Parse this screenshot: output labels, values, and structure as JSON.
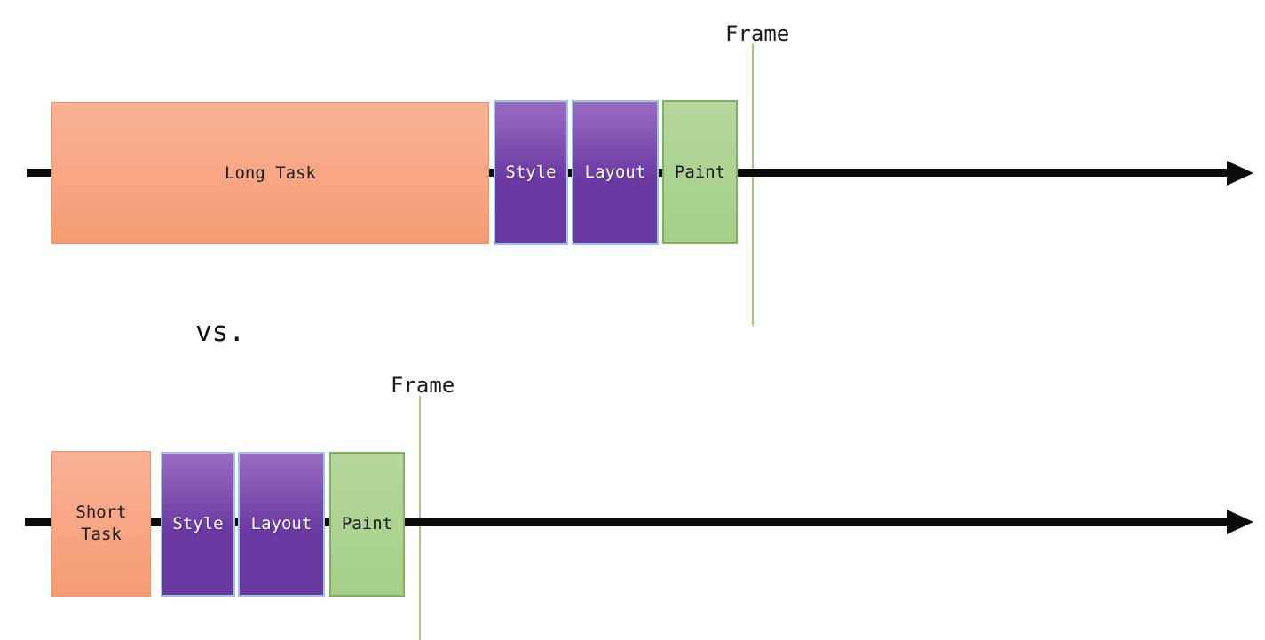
{
  "separator_label": "vs.",
  "top_timeline": {
    "frame_label": "Frame",
    "task_label": "Long Task",
    "style_label": "Style",
    "layout_label": "Layout",
    "paint_label": "Paint"
  },
  "bottom_timeline": {
    "frame_label": "Frame",
    "task_label": "Short Task",
    "style_label": "Style",
    "layout_label": "Layout",
    "paint_label": "Paint"
  },
  "colors": {
    "arrow": "#0b0b0b",
    "frame_line": "#a5c88c",
    "task_fill_top": "#f9b195",
    "task_fill_bottom": "#f69c74",
    "task_border": "#ee9366",
    "render_fill_top": "#9a6bc1",
    "render_fill_bottom": "#6a3aa2",
    "render_border": "#9dc3e6",
    "paint_fill_top": "#b4d79d",
    "paint_fill_bottom": "#a5cf88",
    "paint_border": "#7fb25e"
  }
}
